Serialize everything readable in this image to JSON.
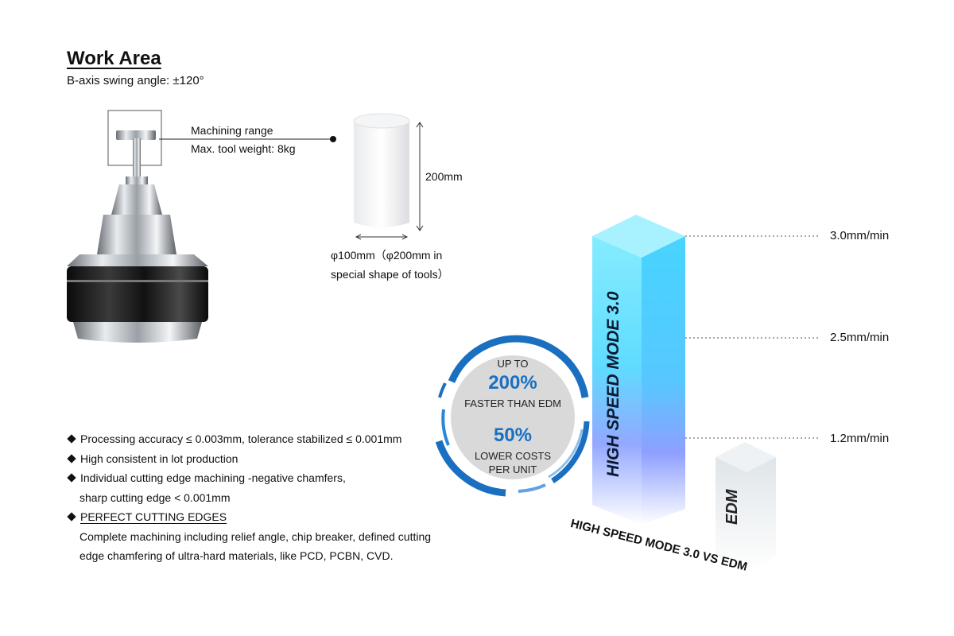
{
  "header": {
    "title": "Work Area",
    "subtitle": "B-axis swing angle: ±120°"
  },
  "tool_callout": {
    "line1": "Machining range",
    "line2": "Max. tool weight: 8kg"
  },
  "cylinder": {
    "height_label": "200mm",
    "diameter_line1": "φ100mm（φ200mm in",
    "diameter_line2": "special shape of tools）"
  },
  "badge": {
    "up_to": "UP TO",
    "percent1": "200%",
    "faster": "FASTER THAN EDM",
    "percent2": "50%",
    "lower1": "LOWER COSTS",
    "lower2": "PER UNIT"
  },
  "features": [
    "Processing accuracy ≤ 0.003mm, tolerance stabilized ≤ 0.001mm",
    "High consistent in lot production",
    "Individual cutting edge machining -negative chamfers,",
    "sharp cutting edge < 0.001mm",
    "PERFECT CUTTING EDGES",
    "Complete machining including relief angle, chip breaker, defined cutting",
    "edge chamfering of ultra-hard materials, like PCD, PCBN, CVD."
  ],
  "chart_data": {
    "type": "bar",
    "categories": [
      "HIGH SPEED MODE 3.0",
      "EDM"
    ],
    "reference_lines": [
      "3.0mm/min",
      "2.5mm/min",
      "1.2mm/min"
    ],
    "reference_values": [
      3.0,
      2.5,
      1.2
    ],
    "caption": "HIGH SPEED MODE 3.0 VS EDM",
    "colors": {
      "hsm_top": "#7fe9ff",
      "hsm_mid": "#5ee0ff",
      "hsm_low": "#8fa6ff",
      "edm": "#dfe6ea",
      "badge_blue": "#1a6fc0",
      "badge_gray": "#d7d7d7"
    }
  }
}
